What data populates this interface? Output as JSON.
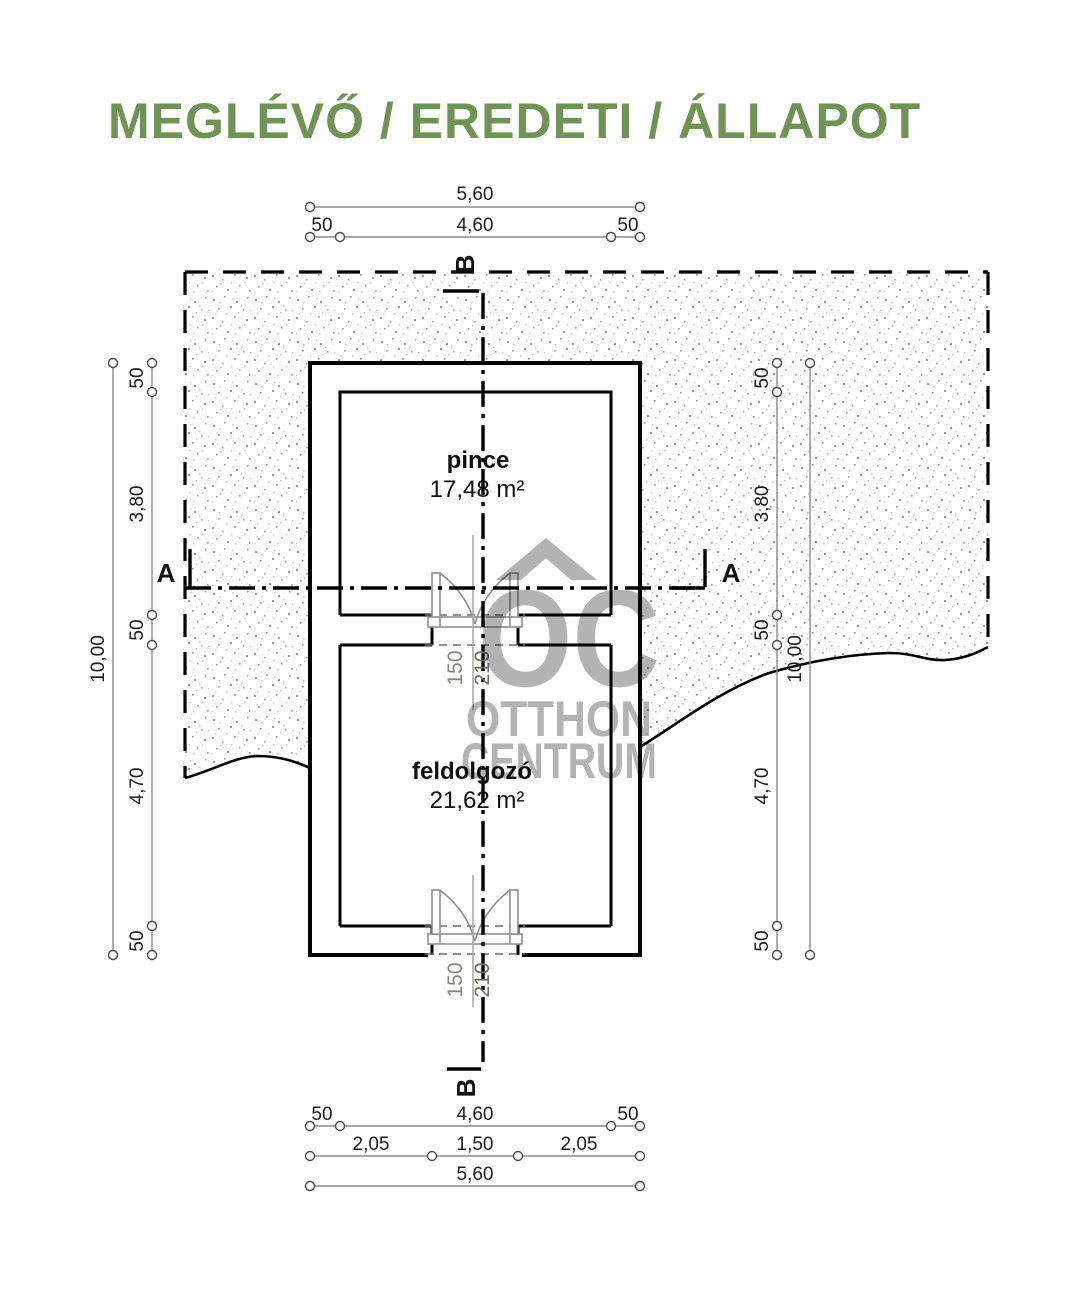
{
  "title": "MEGLÉVŐ / EREDETI / ÁLLAPOT",
  "colors": {
    "title_green": "#6f9355",
    "watermark_gray": "#b3b3b3",
    "line_black": "#000000",
    "dim_gray": "#8a8a8a"
  },
  "plan": {
    "rooms": [
      {
        "name": "pince",
        "area": "17,48 m²"
      },
      {
        "name": "feldolgozó",
        "area": "21,62 m²"
      }
    ],
    "door_labels": {
      "width": "150",
      "height": "210"
    },
    "section_a": "A",
    "section_b": "B"
  },
  "dims": {
    "top": {
      "overall": "5,60",
      "wall": "50",
      "inner": "4,60"
    },
    "bottom": {
      "wall": "50",
      "inner": "4,60",
      "seg": "2,05",
      "door": "1,50",
      "overall": "5,60"
    },
    "side": {
      "wall": "50",
      "upper": "3,80",
      "lower": "4,70",
      "overall": "10,00"
    }
  },
  "watermark": {
    "monogram": "OC",
    "line1": "OTTHON",
    "line2": "CENTRUM"
  }
}
